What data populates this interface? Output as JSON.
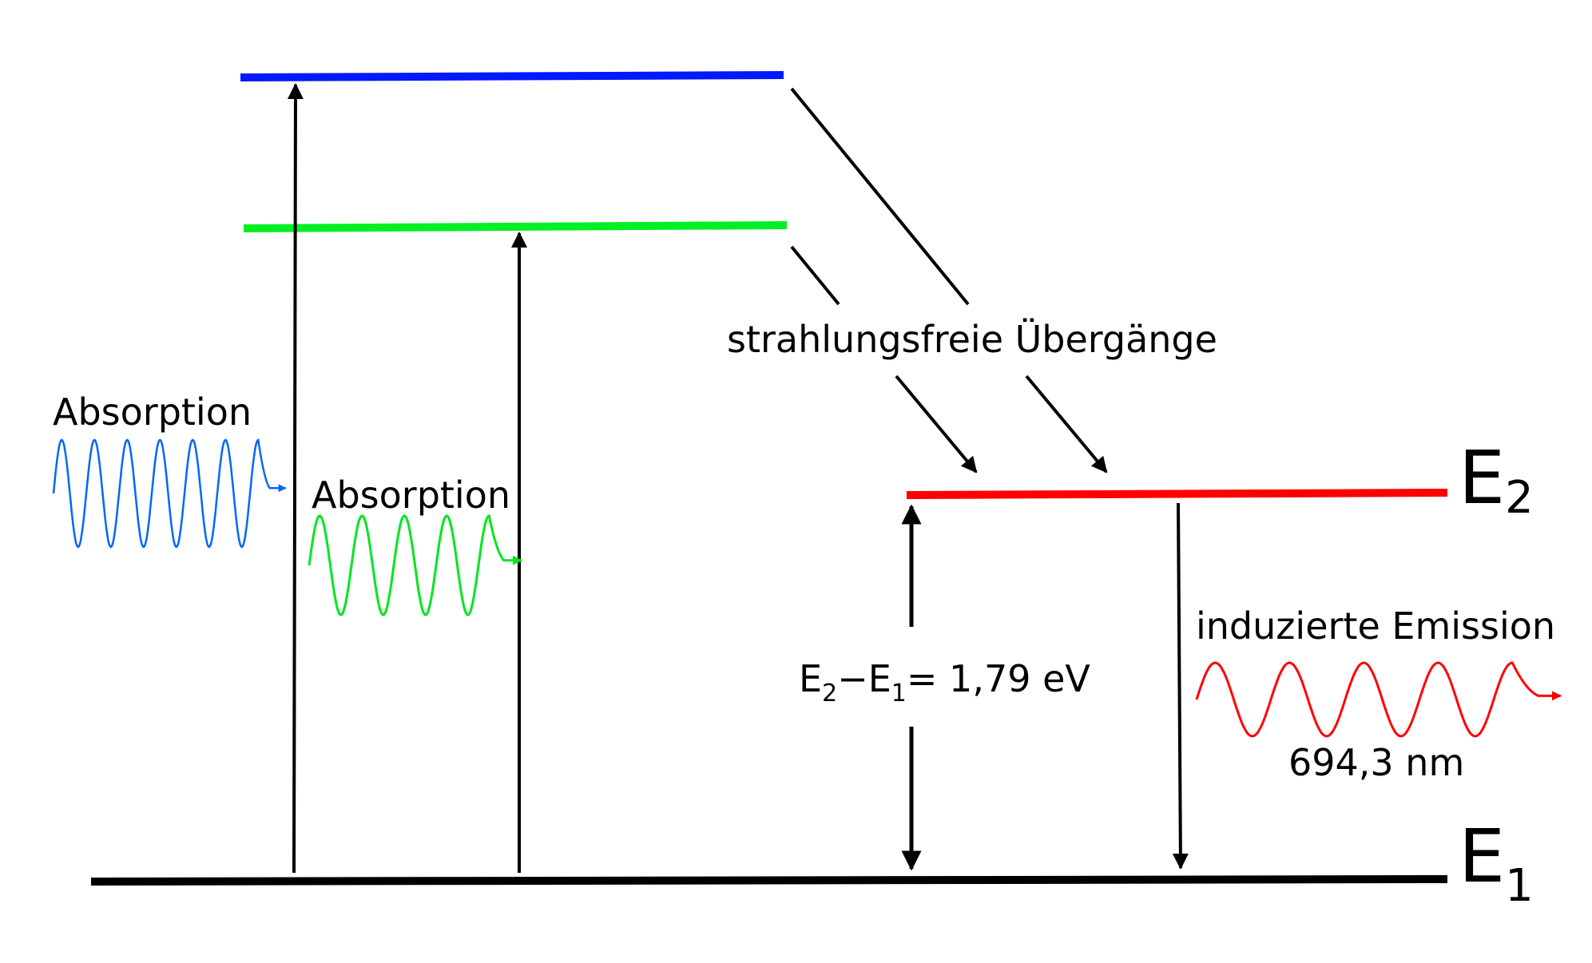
{
  "diagram": {
    "type": "energy-level-diagram",
    "colors": {
      "level_blue": "#0019ff",
      "level_green": "#00f023",
      "level_red": "#ff0000",
      "ground": "#000000",
      "wave_blue": "#0066ff",
      "wave_green": "#00e61e",
      "wave_red": "#ff0000"
    },
    "levels": {
      "e2": {
        "symbol": "E",
        "subscript": "2"
      },
      "e1": {
        "symbol": "E",
        "subscript": "1"
      }
    },
    "labels": {
      "absorption_blue": "Absorption",
      "absorption_green": "Absorption",
      "nonradiative": "strahlungsfreie Übergänge",
      "stimulated_emission": "induzierte Emission",
      "wavelength": "694,3 nm",
      "energy_gap": {
        "e2": "E",
        "e2_sub": "2",
        "minus": "−",
        "e1": "E",
        "e1_sub": "1",
        "value": "= 1,79 eV"
      }
    }
  }
}
